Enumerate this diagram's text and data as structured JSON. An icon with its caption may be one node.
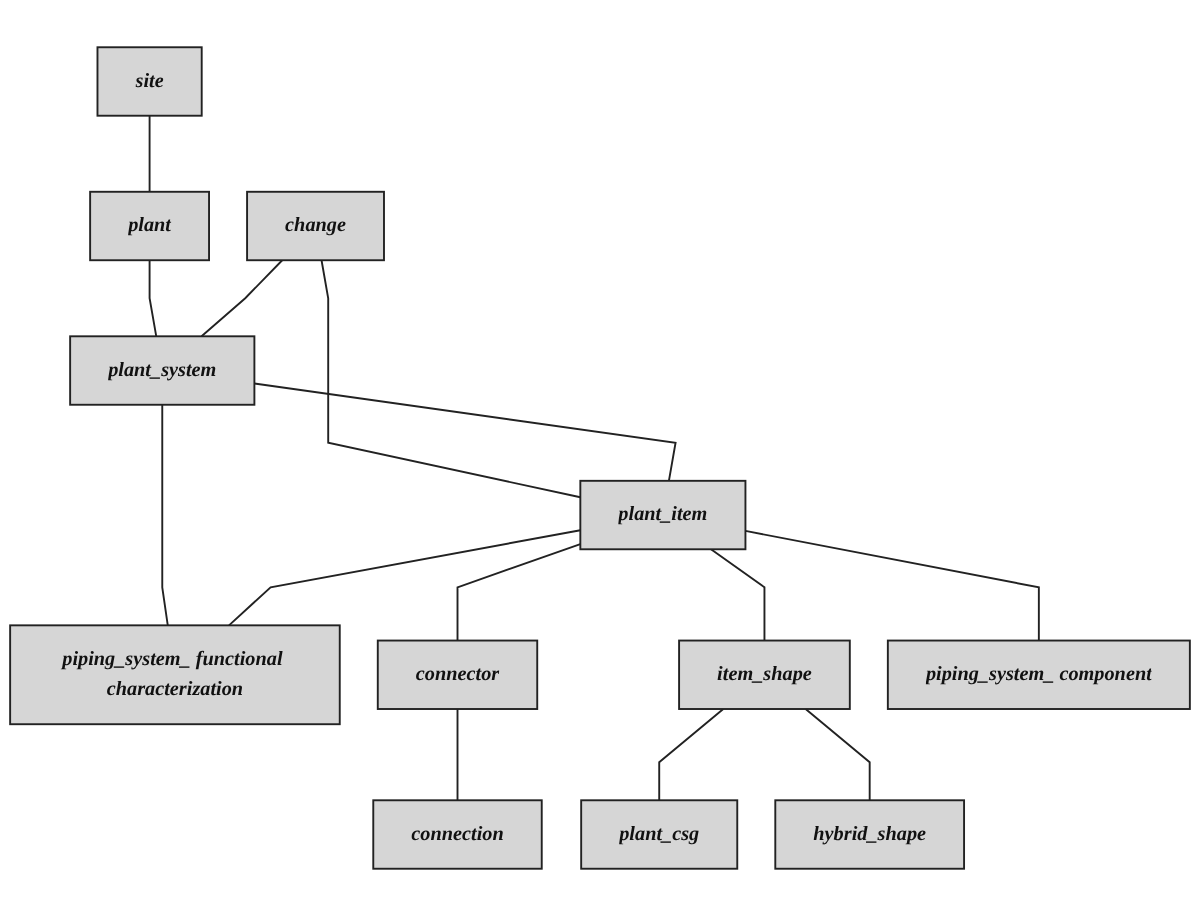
{
  "diagram": {
    "nodes": [
      {
        "text": [
          "site"
        ]
      },
      {
        "text": [
          "plant"
        ]
      },
      {
        "text": [
          "plant_system"
        ]
      },
      {
        "text": [
          "change"
        ]
      },
      {
        "text": [
          "piping_system_ functional characterization"
        ]
      },
      {
        "text": [
          "plant_item"
        ]
      },
      {
        "text": [
          "connector"
        ]
      },
      {
        "text": [
          "item_shape"
        ]
      },
      {
        "text": [
          "piping_system_ component"
        ]
      },
      {
        "text": [
          "connection"
        ]
      },
      {
        "text": [
          "plant_csg"
        ]
      },
      {
        "text": [
          "hybrid_shape"
        ]
      }
    ],
    "edges": [
      {
        "from": 0,
        "to": 1,
        "arrow": "none"
      },
      {
        "from": 1,
        "to": 2,
        "arrow": "none"
      },
      {
        "from": 3,
        "to": 2,
        "arrow": "none"
      },
      {
        "from": 3,
        "to": 5,
        "arrow": "none"
      },
      {
        "from": 2,
        "to": 5,
        "arrow": "none"
      },
      {
        "from": 2,
        "to": 4,
        "arrow": "none"
      },
      {
        "from": 5,
        "to": 4,
        "arrow": "none"
      },
      {
        "from": 5,
        "to": 6,
        "arrow": "none"
      },
      {
        "from": 5,
        "to": 7,
        "arrow": "none"
      },
      {
        "from": 5,
        "to": 8,
        "arrow": "none"
      },
      {
        "from": 6,
        "to": 9,
        "arrow": "none"
      },
      {
        "from": 7,
        "to": 10,
        "arrow": "none"
      },
      {
        "from": 7,
        "to": 11,
        "arrow": "none"
      }
    ]
  }
}
